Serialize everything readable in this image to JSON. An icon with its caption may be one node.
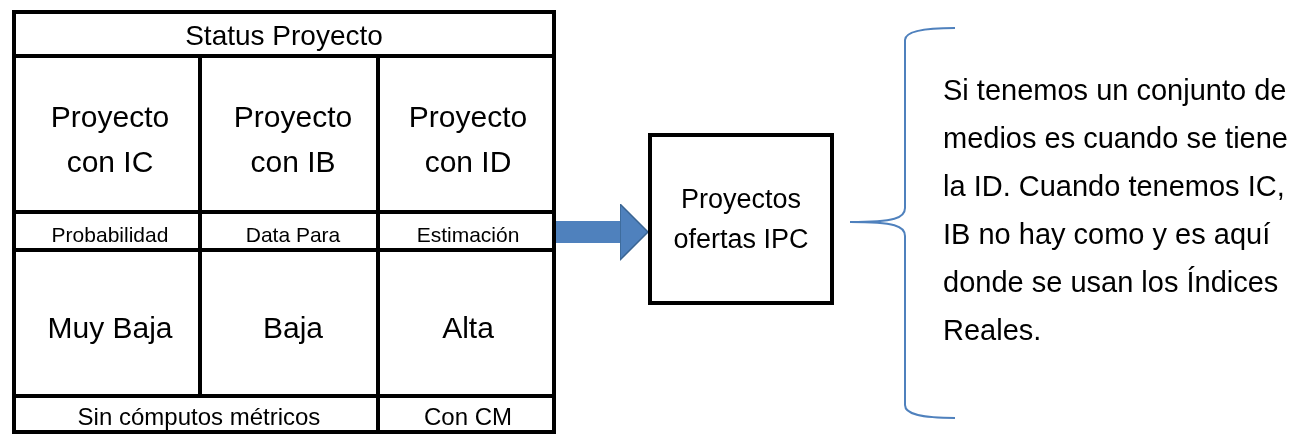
{
  "diagram": {
    "nodes": [
      {
        "text": [
          "Status Proyecto"
        ]
      },
      {
        "text": [
          "Proyecto con IC"
        ],
        "in": 0
      },
      {
        "text": [
          "Proyecto con IB"
        ],
        "in": 0
      },
      {
        "text": [
          "Proyecto con ID"
        ],
        "in": 0
      },
      {
        "text": [
          "Probabilidad"
        ],
        "in": 0
      },
      {
        "text": [
          "Data Para"
        ],
        "in": 0
      },
      {
        "text": [
          "Estimación"
        ],
        "in": 0
      },
      {
        "text": [
          "Muy Baja"
        ],
        "in": 0
      },
      {
        "text": [
          "Baja"
        ],
        "in": 0
      },
      {
        "text": [
          "Alta"
        ],
        "in": 0
      },
      {
        "text": [
          "Sin cómputos métricos"
        ],
        "in": 0
      },
      {
        "text": [
          "Con CM"
        ],
        "in": 0
      },
      {
        "text": [
          "Proyectos ofertas IPC"
        ]
      }
    ],
    "edges": [
      {
        "from": 0,
        "to": 12,
        "arrow": "to",
        "color": "#4f81bd"
      }
    ],
    "labels": [
      "Si tenemos un conjunto de medios es cuando se tiene la ID. Cuando tenemos IC, IB no hay como y es aquí donde se usan los Índices Reales."
    ]
  }
}
